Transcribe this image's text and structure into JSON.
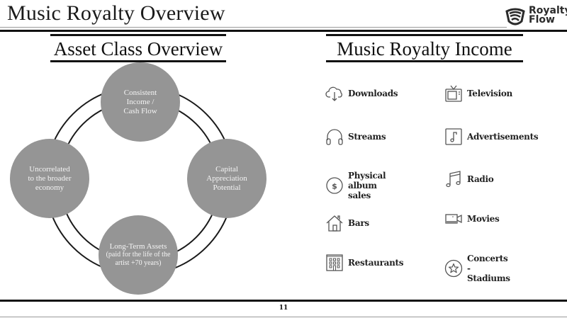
{
  "header": {
    "title": "Music Royalty Overview",
    "logo": {
      "line1": "Royalty",
      "line2": "Flow",
      "icon": "royalty-flow-logo-icon"
    }
  },
  "left_section": {
    "heading": "Asset Class Overview",
    "nodes": [
      {
        "id": "top",
        "lines": [
          "Consistent",
          "Income /",
          "Cash Flow"
        ]
      },
      {
        "id": "right",
        "lines": [
          "Capital",
          "Appreciation",
          "Potential"
        ]
      },
      {
        "id": "bottom",
        "lines": [
          "Long-Term Assets",
          "(paid for the life of the",
          "artist +70 years)"
        ]
      },
      {
        "id": "left",
        "lines": [
          "Uncorrelated",
          "to the broader",
          "economy"
        ]
      }
    ],
    "node_color": "#959595"
  },
  "right_section": {
    "heading": "Music Royalty Income",
    "items": [
      {
        "label": "Downloads",
        "icon": "cloud-download-icon"
      },
      {
        "label": "Television",
        "icon": "television-icon"
      },
      {
        "label": "Streams",
        "icon": "headphones-icon"
      },
      {
        "label": "Advertisements",
        "icon": "music-note-box-icon"
      },
      {
        "label": "Physical album sales",
        "icon": "dollar-coin-icon"
      },
      {
        "label": "Radio",
        "icon": "music-notes-icon"
      },
      {
        "label": "Bars",
        "icon": "house-icon"
      },
      {
        "label": "Movies",
        "icon": "video-camera-icon"
      },
      {
        "label": "Restaurants",
        "icon": "building-icon"
      },
      {
        "label": "Concerts - Stadiums",
        "icon": "star-circle-icon"
      }
    ]
  },
  "footer": {
    "page_number": "11"
  }
}
